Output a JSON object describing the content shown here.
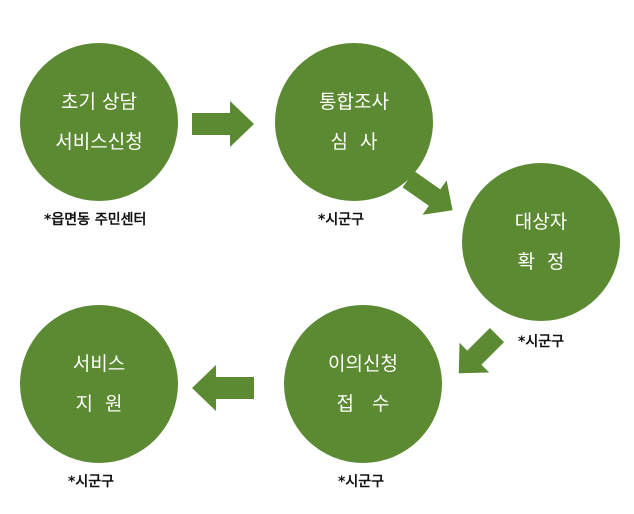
{
  "nodes": [
    {
      "id": "consult",
      "lines": [
        "초기 상담",
        "서비스신청"
      ],
      "note": "*읍면동 주민센터"
    },
    {
      "id": "survey",
      "lines": [
        "통합조사",
        "심  사"
      ],
      "note": "*시군구"
    },
    {
      "id": "target",
      "lines": [
        "대상자",
        "확  정"
      ],
      "note": "*시군구"
    },
    {
      "id": "objection",
      "lines": [
        "이의신청",
        "접   수"
      ],
      "note": "*시군구"
    },
    {
      "id": "service",
      "lines": [
        "서비스",
        "지  원"
      ],
      "note": "*시군구"
    }
  ],
  "colors": {
    "node_fill": "#5b8a32",
    "arrow_fill": "#5b8a32",
    "node_text": "#ffffff"
  }
}
